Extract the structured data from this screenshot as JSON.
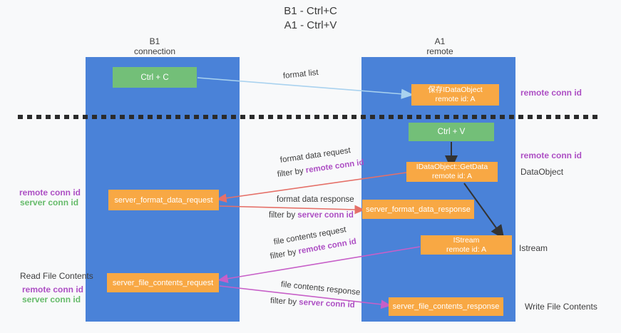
{
  "colors": {
    "bg": "#f8f9fa",
    "column_blue": "#4a82d8",
    "box_green": "#73bf78",
    "box_orange": "#f8a844",
    "arrow_salmon": "#e57068",
    "arrow_magenta": "#c75fc8",
    "arrow_blue": "#a9d2ef",
    "arrow_black": "#333333",
    "text_purple": "#ad4fc4",
    "text_green": "#66bb6a",
    "text_dark": "#3d3d3d"
  },
  "title": {
    "line1": "B1 - Ctrl+C",
    "line2": "A1 - Ctrl+V"
  },
  "columns": {
    "left": {
      "name": "B1",
      "role": "connection"
    },
    "right": {
      "name": "A1",
      "role": "remote"
    }
  },
  "nodes": {
    "ctrl_c": {
      "label": "Ctrl + C"
    },
    "ctrl_v": {
      "label": "Ctrl + V"
    },
    "save_dataobject": {
      "line1": "保存IDataObject",
      "line2": "remote id: A"
    },
    "getdata": {
      "line1": "IDataObject::GetData",
      "line2": "remote id: A"
    },
    "istream": {
      "line1": "IStream",
      "line2": "remote id: A"
    },
    "format_request": {
      "label": "server_format_data_request"
    },
    "format_response": {
      "label": "server_format_data_response"
    },
    "file_request": {
      "label": "server_file_contents_request"
    },
    "file_response": {
      "label": "server_file_contents_response"
    }
  },
  "edge_labels": {
    "format_list": "format list",
    "format_request": {
      "line1": "format data request",
      "prefix": "filter by ",
      "key": "remote conn id"
    },
    "format_response": {
      "line1": "format data response",
      "prefix": "filter by ",
      "key": "server conn id"
    },
    "file_request": {
      "line1": "file contents request",
      "prefix": "filter by ",
      "key": "remote conn id"
    },
    "file_response": {
      "line1": "file contents response",
      "prefix": "filter by ",
      "key": "server conn id"
    }
  },
  "side_labels": {
    "right_remote_1": "remote conn id",
    "right_remote_2": "remote conn id",
    "right_dataobject": "DataObject",
    "right_istream": "Istream",
    "right_write": "Write File Contents",
    "left_remote_1": "remote conn id",
    "left_server_1": "server conn id",
    "left_read": "Read File Contents",
    "left_remote_2": "remote conn id",
    "left_server_2": "server conn id"
  }
}
